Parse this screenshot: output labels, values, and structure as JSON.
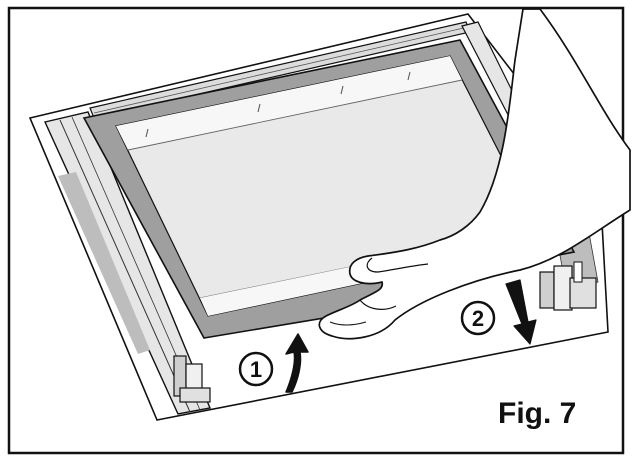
{
  "figure": {
    "caption": "Fig. 7",
    "steps": [
      {
        "number": "1"
      },
      {
        "number": "2"
      }
    ]
  }
}
